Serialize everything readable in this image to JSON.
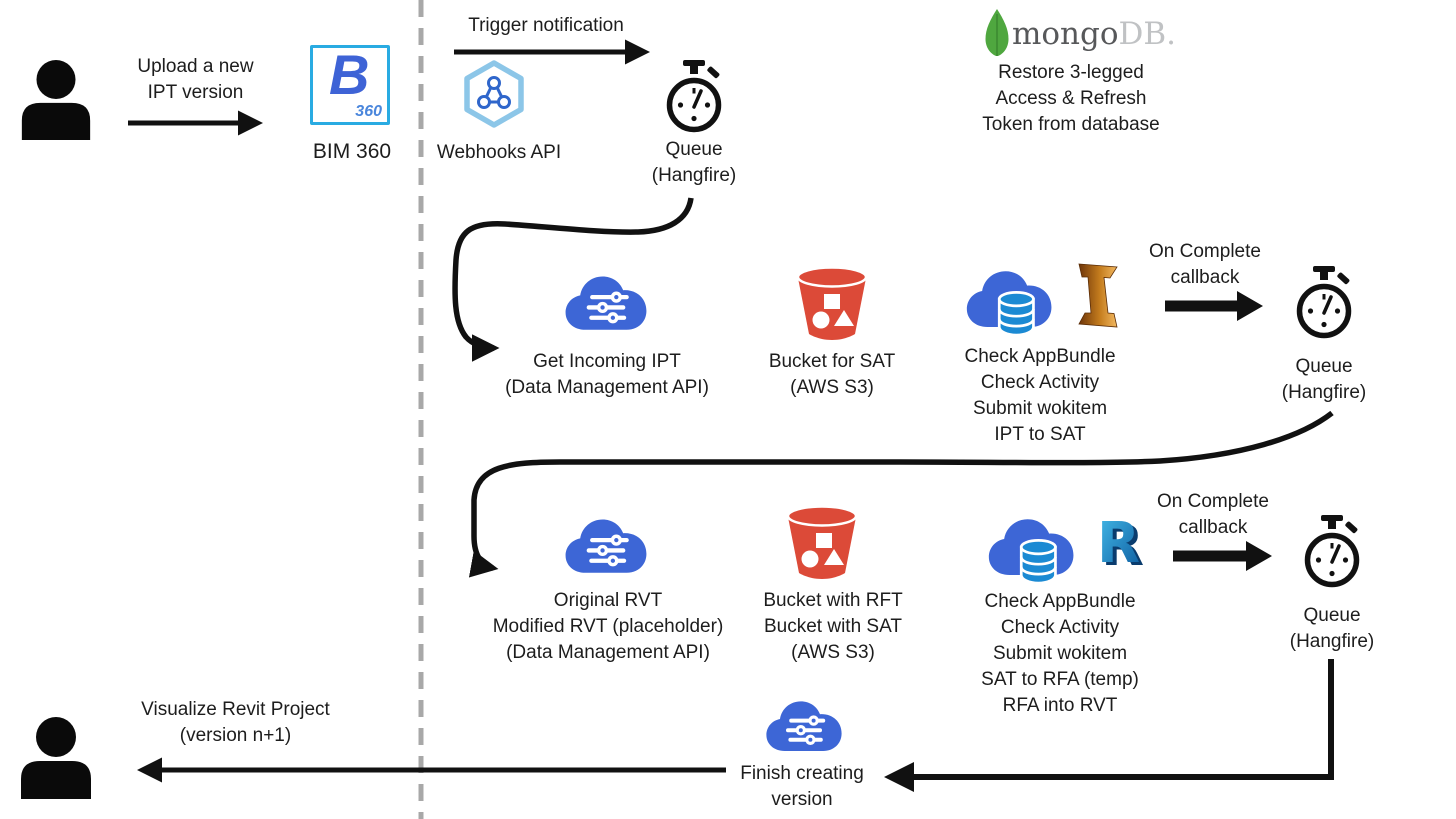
{
  "colors": {
    "cloud_blue": "#3D66D6",
    "database_azure": "#1B8AD3",
    "bucket_red": "#DC4A38",
    "webhook_light_blue": "#8CC6E8",
    "webhook_glyph_blue": "#2F66CB",
    "bim_border_blue": "#29ABE2",
    "bim_letter_blue": "#3E63D6",
    "mongo_leaf_green": "#4FA73F",
    "mongo_text_gray": "#57585A",
    "mongo_db_gray": "#C0C2C4",
    "inventor_bronze": "#C57D1E",
    "revit_blue": "#1279C0",
    "divider_gray": "#A8A8A8",
    "arrow_black": "#111111"
  },
  "flow": {
    "upload": {
      "l1": "Upload a new",
      "l2": "IPT version"
    },
    "bim360": {
      "label": "BIM 360",
      "letter": "B",
      "badge": "360"
    },
    "trigger": {
      "label": "Trigger notification"
    },
    "webhooks": {
      "label": "Webhooks API"
    },
    "queue1": {
      "l1": "Queue",
      "l2": "(Hangfire)"
    },
    "mongodb": {
      "word_mongo": "mongo",
      "word_db": "DB.",
      "l1": "Restore 3-legged",
      "l2": "Access & Refresh",
      "l3": "Token from database"
    },
    "get_incoming": {
      "l1": "Get Incoming IPT",
      "l2": "(Data Management API)"
    },
    "bucket_sat": {
      "l1": "Bucket for SAT",
      "l2": "(AWS S3)"
    },
    "check1": {
      "l1": "Check AppBundle",
      "l2": "Check Activity",
      "l3": "Submit wokitem",
      "l4": "IPT to SAT"
    },
    "oncomplete1": {
      "l1": "On Complete",
      "l2": "callback"
    },
    "queue2": {
      "l1": "Queue",
      "l2": "(Hangfire)"
    },
    "original_rvt": {
      "l1": "Original RVT",
      "l2": "Modified RVT (placeholder)",
      "l3": "(Data Management API)"
    },
    "bucket_rft": {
      "l1": "Bucket with RFT",
      "l2": "Bucket with SAT",
      "l3": "(AWS S3)"
    },
    "check2": {
      "l1": "Check AppBundle",
      "l2": "Check Activity",
      "l3": "Submit wokitem",
      "l4": "SAT to RFA (temp)",
      "l5": "RFA into RVT"
    },
    "oncomplete2": {
      "l1": "On Complete",
      "l2": "callback"
    },
    "queue3": {
      "l1": "Queue",
      "l2": "(Hangfire)"
    },
    "finish": {
      "l1": "Finish creating",
      "l2": "version"
    },
    "visualize": {
      "l1": "Visualize Revit Project",
      "l2": "(version n+1)"
    },
    "revit_letter": "R"
  }
}
